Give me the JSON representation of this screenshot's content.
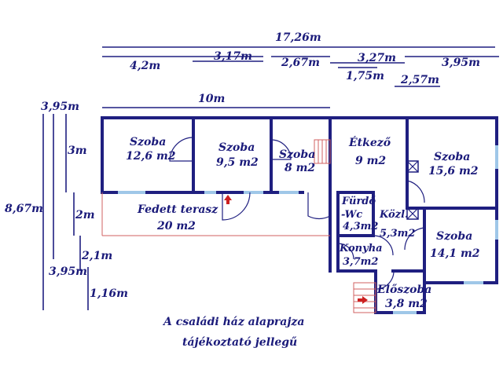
{
  "dimensions": {
    "top_total": "17,26m",
    "top_a": "4,2m",
    "top_b": "3,17m",
    "top_c": "2,67m",
    "top_d": "3,27m",
    "top_e": "3,95m",
    "top_f": "1,75m",
    "top_g": "2,57m",
    "left_span": "10m",
    "side_a": "3,95m",
    "side_b": "3m",
    "side_c": "8,67m",
    "side_d": "2m",
    "side_e": "2,1m",
    "side_f": "3,95m",
    "side_g": "1,16m"
  },
  "rooms": [
    {
      "name": "Szoba",
      "area": "12,6 m2"
    },
    {
      "name": "Szoba",
      "area": "9,5 m2"
    },
    {
      "name": "Szoba",
      "area": "8 m2"
    },
    {
      "name": "Étkező",
      "area": "9 m2"
    },
    {
      "name": "Szoba",
      "area": "15,6 m2"
    },
    {
      "name": "Fedett terasz",
      "area": "20 m2"
    },
    {
      "name": "Fürdő",
      "area": "-Wc"
    },
    {
      "name": "4,3m2",
      "area": ""
    },
    {
      "name": "Közl.",
      "area": "5,3m2"
    },
    {
      "name": "Szoba",
      "area": "14,1 m2"
    },
    {
      "name": "Konyha",
      "area": "3,7m2"
    },
    {
      "name": "Előszoba",
      "area": "3,8 m2"
    }
  ],
  "caption": {
    "line1": "A családi ház alaprajza",
    "line2": "tájékoztató jellegű"
  }
}
